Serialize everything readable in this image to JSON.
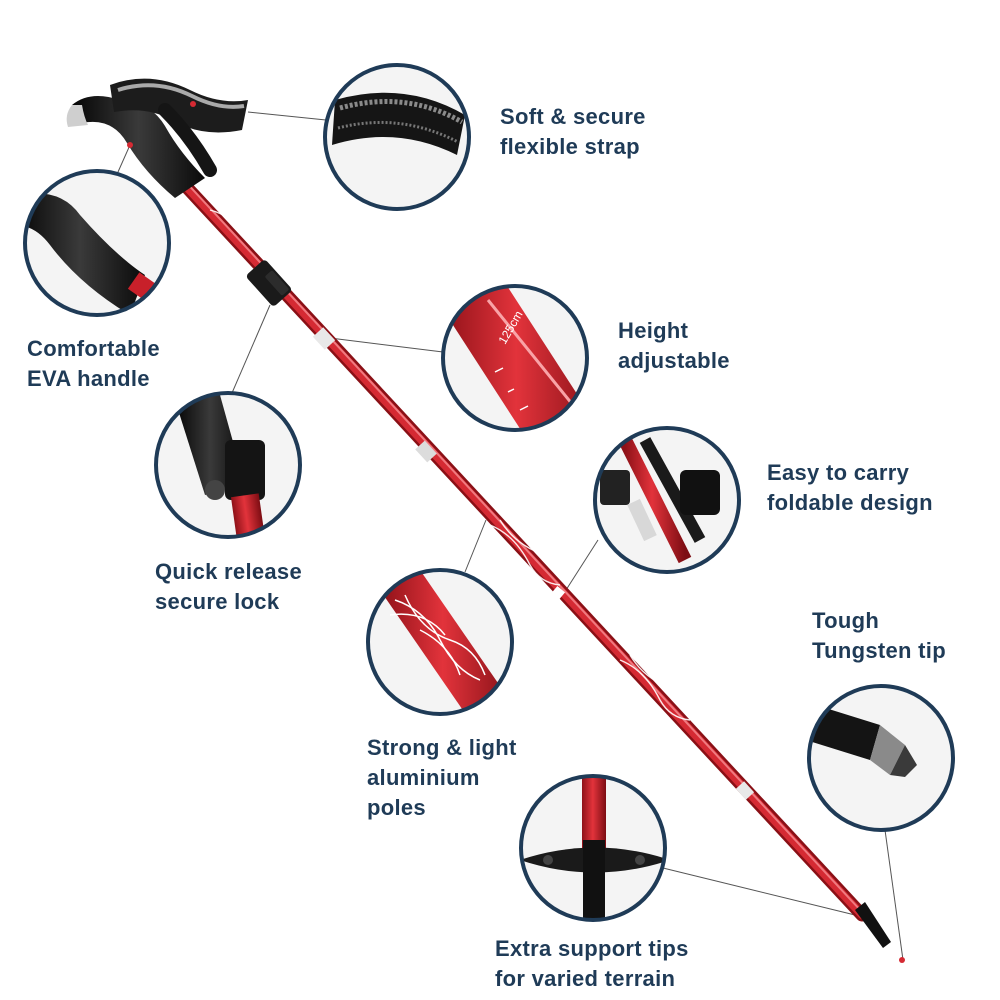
{
  "colors": {
    "navy": "#1f3b57",
    "pole_red": "#c8202a",
    "grip_black": "#1b1b1b",
    "leader_gray": "#555555"
  },
  "features": {
    "strap": {
      "line1": "Soft & secure",
      "line2": "flexible strap"
    },
    "handle": {
      "line1": "Comfortable",
      "line2": "EVA handle"
    },
    "height": {
      "line1": "Height",
      "line2": "adjustable"
    },
    "carry": {
      "line1": "Easy to carry",
      "line2": "foldable design"
    },
    "lock": {
      "line1": "Quick release",
      "line2": "secure lock"
    },
    "tip": {
      "line1": "Tough",
      "line2": "Tungsten tip"
    },
    "poles": {
      "line1": "Strong & light",
      "line2": "aluminium",
      "line3": "poles"
    },
    "support": {
      "line1": "Extra support tips",
      "line2": "for varied terrain"
    }
  },
  "markings": {
    "height_scale": "125cm"
  }
}
